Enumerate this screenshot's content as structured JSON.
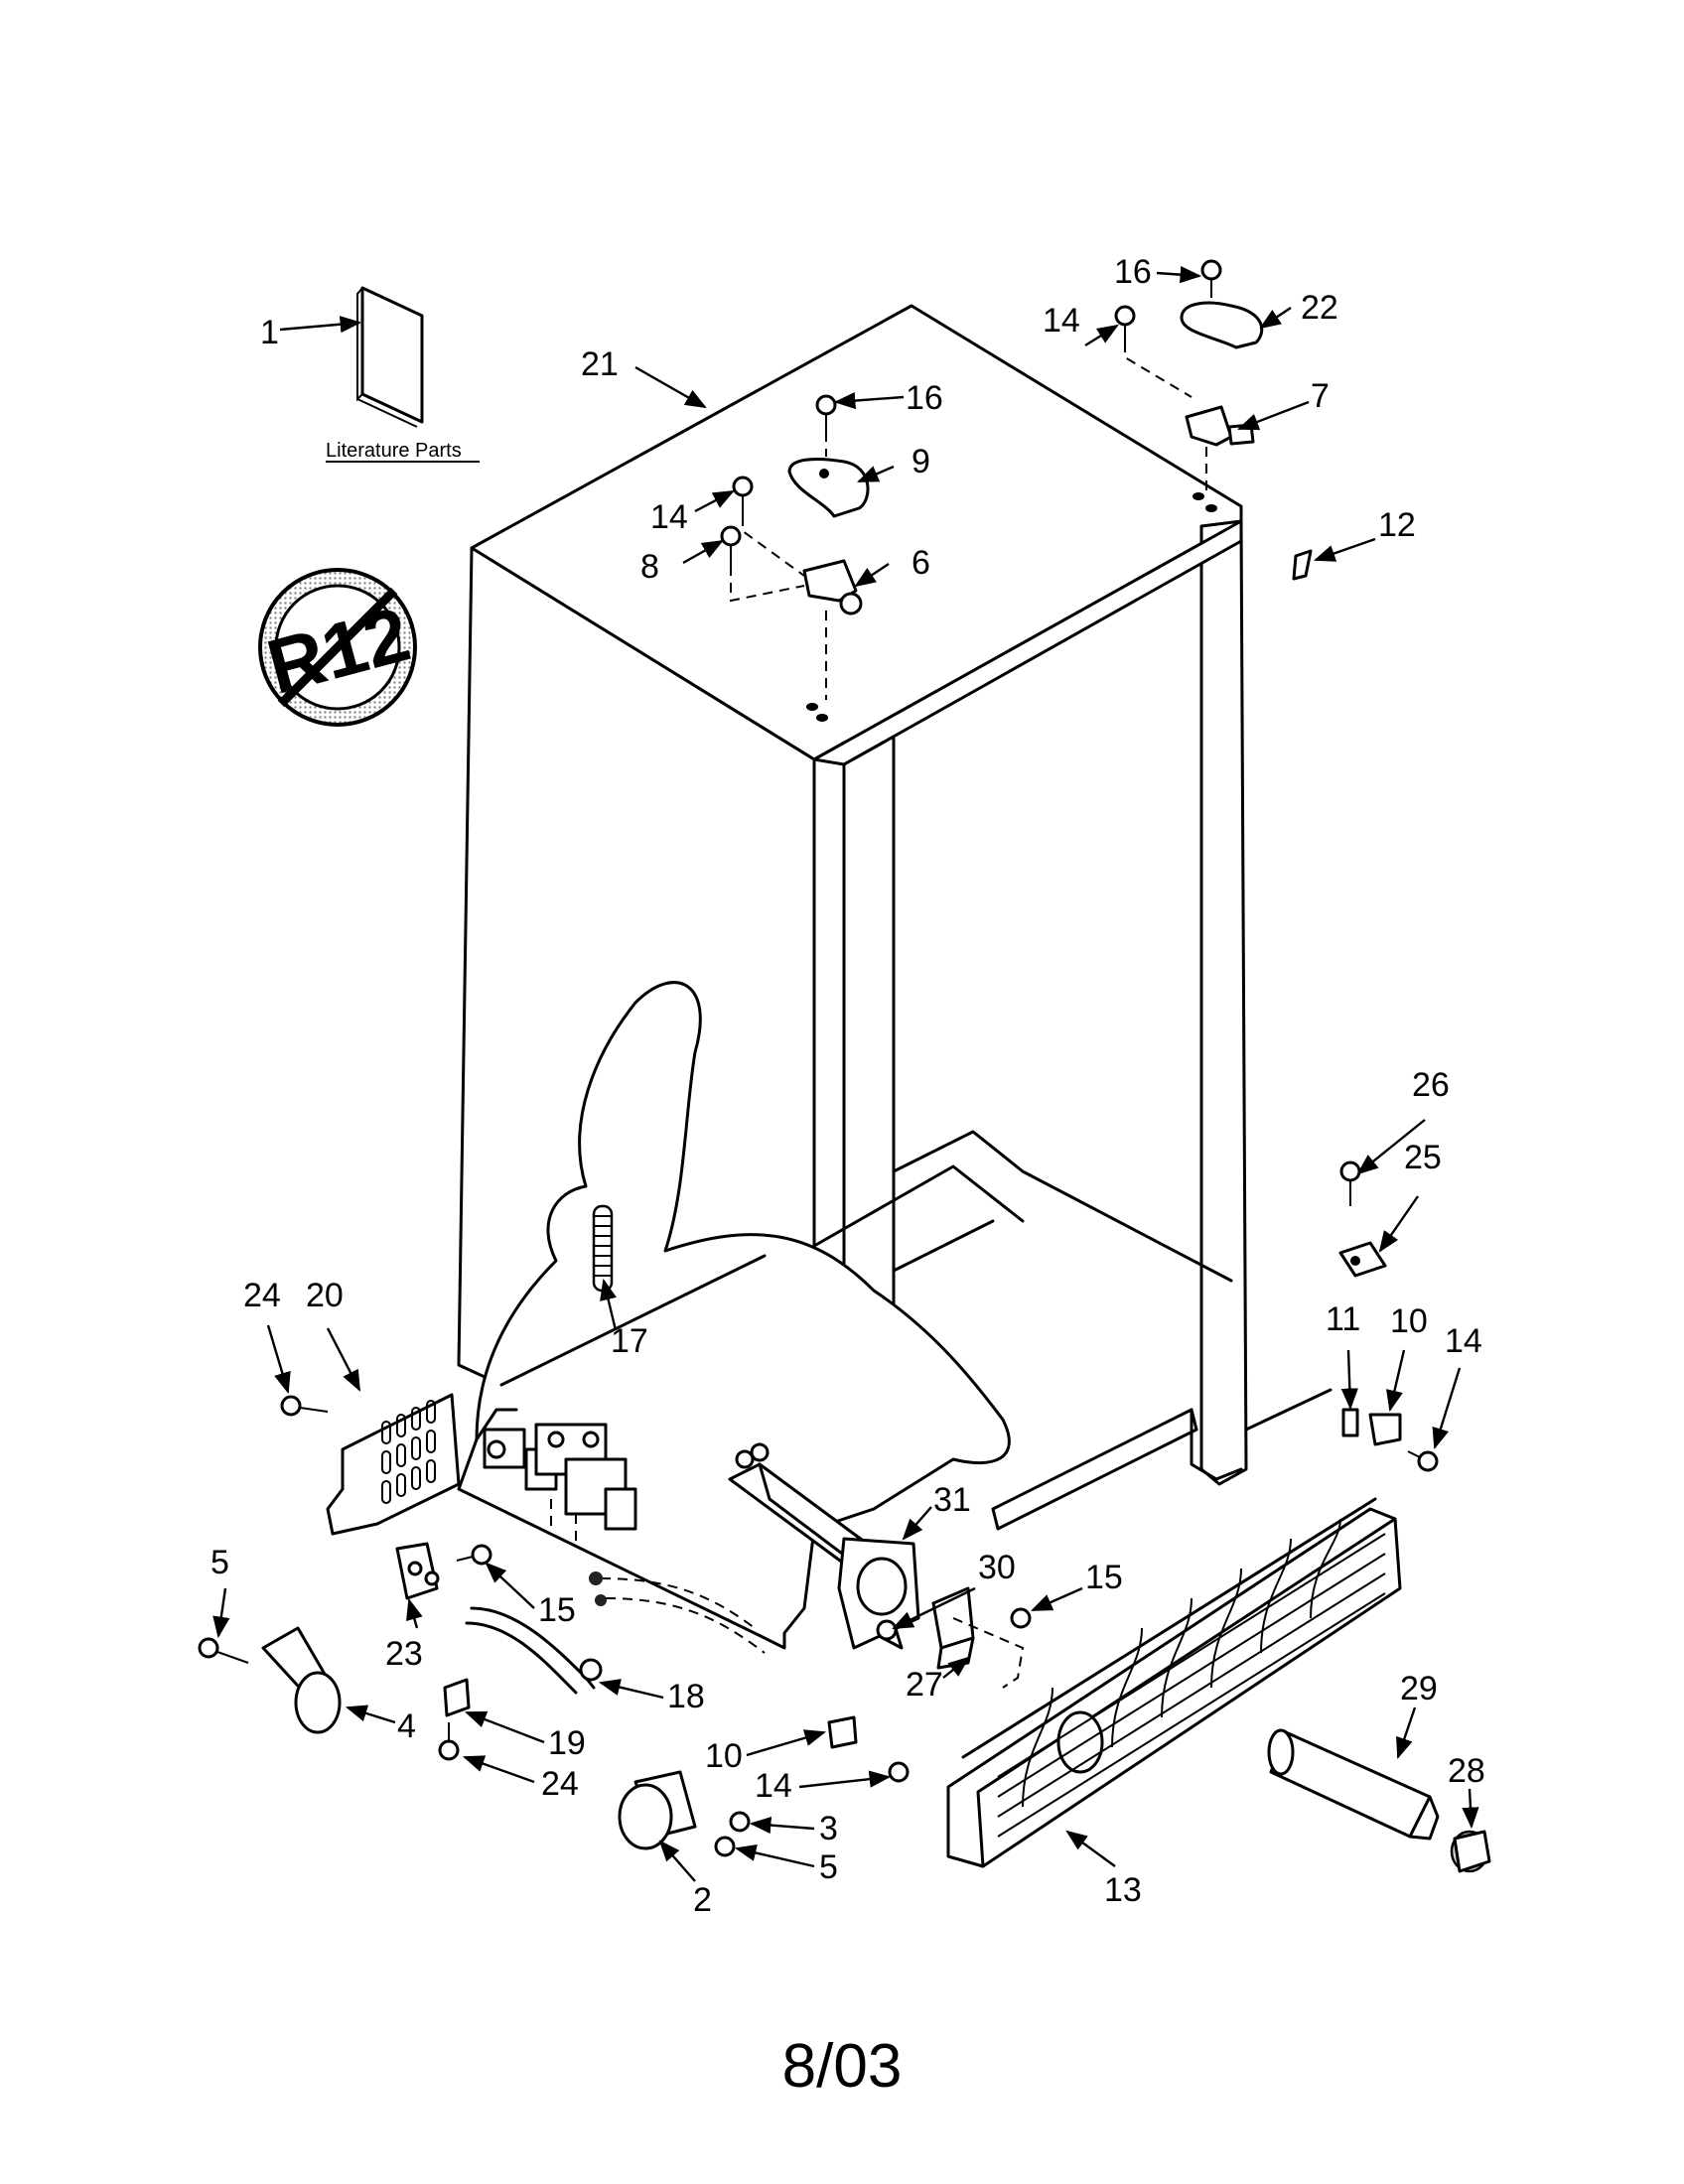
{
  "footer": {
    "date_code": "8/03"
  },
  "literature": {
    "label": "Literature Parts",
    "callout": "1"
  },
  "badge": {
    "text": "R12"
  },
  "callouts": {
    "c2": "2",
    "c3": "3",
    "c4": "4",
    "c5a": "5",
    "c5b": "5",
    "c6": "6",
    "c7": "7",
    "c8": "8",
    "c9": "9",
    "c10a": "10",
    "c10b": "10",
    "c11": "11",
    "c12": "12",
    "c13": "13",
    "c14a": "14",
    "c14b": "14",
    "c14c": "14",
    "c14d": "14",
    "c15a": "15",
    "c15b": "15",
    "c16a": "16",
    "c16b": "16",
    "c17": "17",
    "c18": "18",
    "c19": "19",
    "c20": "20",
    "c21": "21",
    "c22": "22",
    "c23": "23",
    "c24a": "24",
    "c24b": "24",
    "c25": "25",
    "c26": "26",
    "c27": "27",
    "c28": "28",
    "c29": "29",
    "c30": "30",
    "c31": "31"
  }
}
